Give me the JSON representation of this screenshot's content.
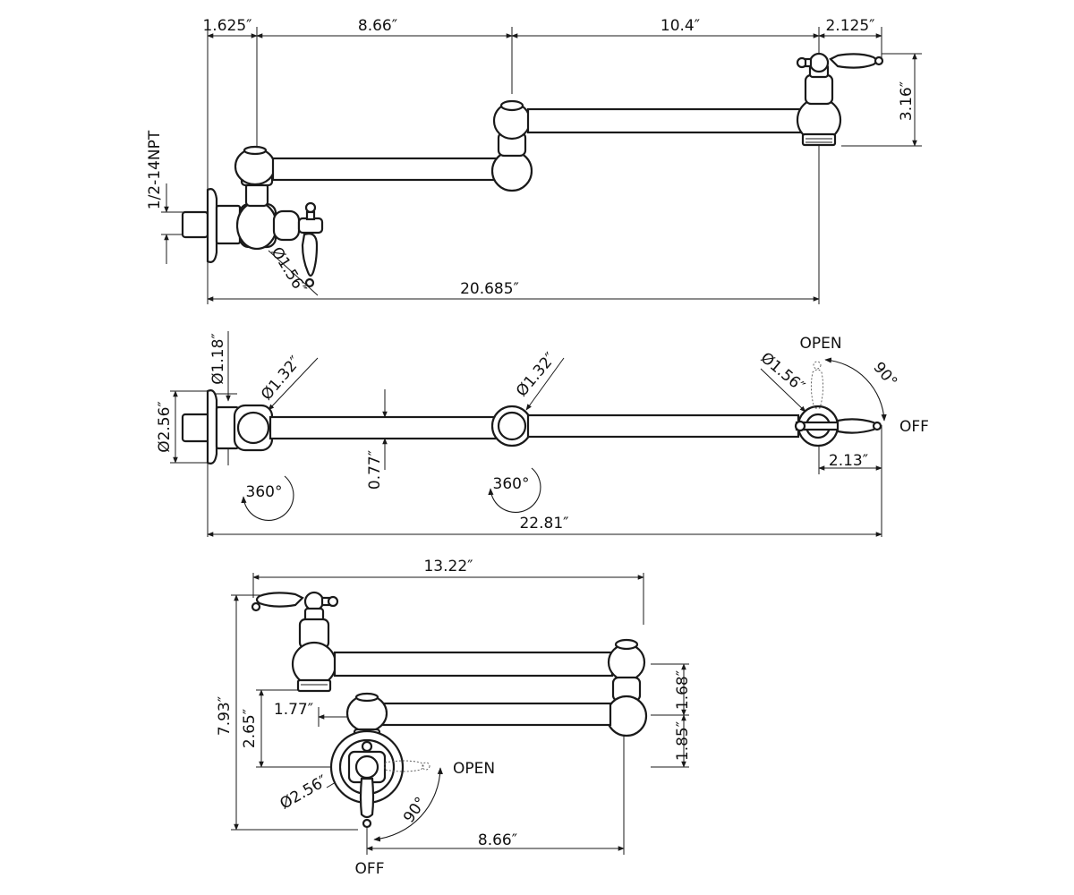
{
  "top_view": {
    "dim_inlet_offset": "1.625″",
    "dim_arm1": "8.66″",
    "dim_arm2": "10.4″",
    "dim_spout_offset": "2.125″",
    "dim_height": "3.16″",
    "dim_thread": "1/2-14NPT",
    "dim_handle_diameter": "Ø1.56″",
    "dim_overall_length": "20.685″"
  },
  "middle_view": {
    "dim_flange_diameter": "Ø2.56″",
    "dim_inlet_diameter": "Ø1.18″",
    "dim_joint1_diameter": "Ø1.32″",
    "dim_joint2_diameter": "Ø1.32″",
    "dim_valve_diameter": "Ø1.56″",
    "dim_pipe_diameter": "0.77″",
    "rotation1": "360°",
    "rotation2": "360°",
    "label_open": "OPEN",
    "label_off": "OFF",
    "angle": "90°",
    "dim_valve_offset": "2.13″",
    "dim_overall_length": "22.81″"
  },
  "bottom_view": {
    "dim_folded_length": "13.22″",
    "dim_total_height": "7.93″",
    "dim_inlet_height": "2.65″",
    "dim_inlet_offset": "1.77″",
    "dim_upper_gap": "1.68″",
    "dim_lower_gap": "1.85″",
    "dim_flange_diameter": "Ø2.56″",
    "label_open": "OPEN",
    "label_off": "OFF",
    "angle": "90°",
    "dim_arm_length": "8.66″"
  }
}
